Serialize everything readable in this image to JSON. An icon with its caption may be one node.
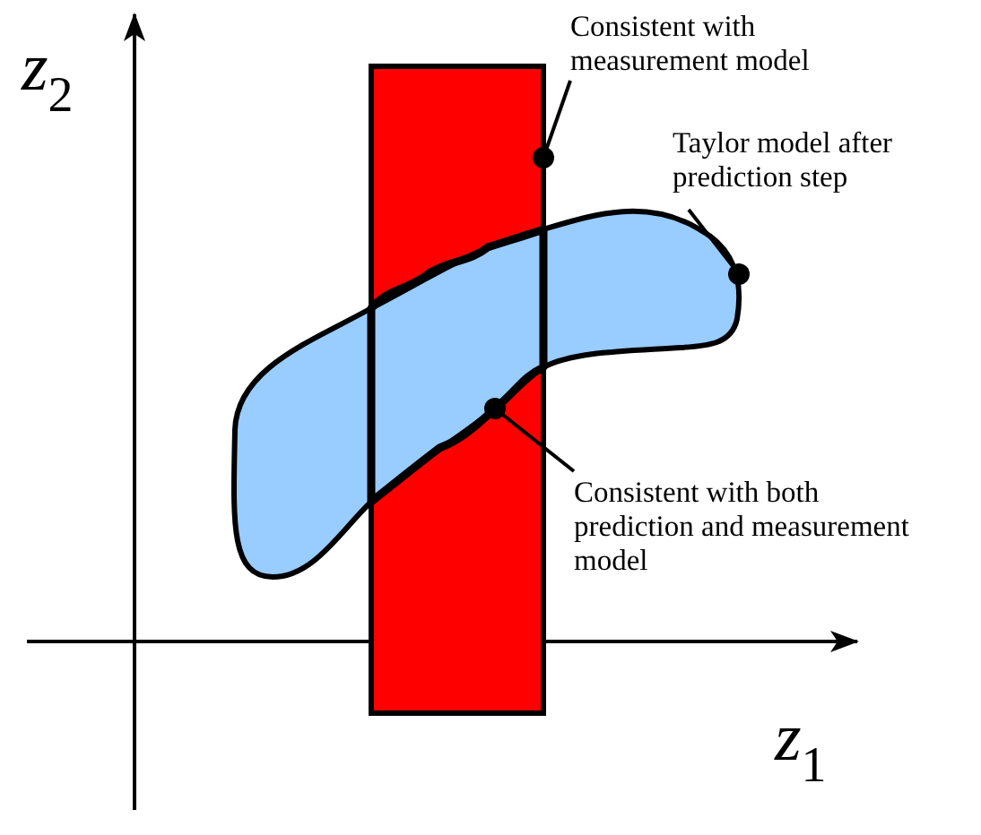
{
  "diagram": {
    "nodes": [
      {
        "text": [
          "Consistent with measurement model"
        ]
      },
      {
        "text": [
          "Taylor model after prediction step"
        ]
      },
      {
        "text": [
          "Consistent with both prediction and measurement model"
        ]
      },
      {
        "text": [],
        "shape": "bar"
      },
      {
        "text": [],
        "shape": "blob"
      },
      {
        "text": [],
        "shape": "region"
      }
    ],
    "edges": [
      {
        "from": 0,
        "to": 3,
        "arrow": "other"
      },
      {
        "from": 1,
        "to": 4,
        "arrow": "other"
      },
      {
        "from": 2,
        "to": 5,
        "arrow": "other"
      }
    ],
    "labels": [
      "*z*$_{2}$",
      "*z*$_{1}$"
    ]
  }
}
